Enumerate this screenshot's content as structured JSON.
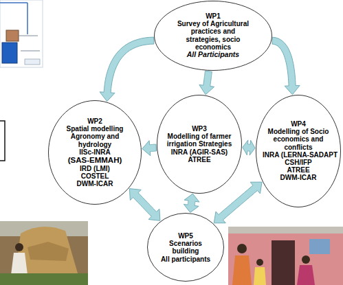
{
  "diagram": {
    "nodes": [
      {
        "text": [
          "WP1",
          "Survey of Agricultural practices and strategies, socio economics",
          "All Participants"
        ]
      },
      {
        "text": [
          "WP2",
          "Spatial modelling Agronomy and hydrology",
          "IISc-INRA",
          "(SAS-EMMAH)",
          "IRD (LMI)",
          "COSTEL",
          "DWM-ICAR"
        ]
      },
      {
        "text": [
          "WP3",
          "Modelling of farmer irrigation Strategies",
          "INRA (AGIR-SAS)",
          "ATREE"
        ]
      },
      {
        "text": [
          "WP4",
          "Modelling of Socio economics and conflicts",
          "INRA (LERNA-SADAPT",
          "CSH/IFP",
          "ATREE",
          "DWM-ICAR"
        ]
      },
      {
        "text": [
          "WP5",
          "Scenarios building",
          "All participants"
        ]
      }
    ],
    "edges": [
      {
        "from": 0,
        "to": 1,
        "arrow": "to"
      },
      {
        "from": 0,
        "to": 2,
        "arrow": "to"
      },
      {
        "from": 0,
        "to": 3,
        "arrow": "to"
      },
      {
        "from": 2,
        "to": 1,
        "arrow": "to"
      },
      {
        "from": 2,
        "to": 3,
        "arrow": "both"
      },
      {
        "from": 2,
        "to": 4,
        "arrow": "both"
      },
      {
        "from": 1,
        "to": 4,
        "arrow": "both"
      },
      {
        "from": 3,
        "to": 4,
        "arrow": "both"
      }
    ]
  }
}
